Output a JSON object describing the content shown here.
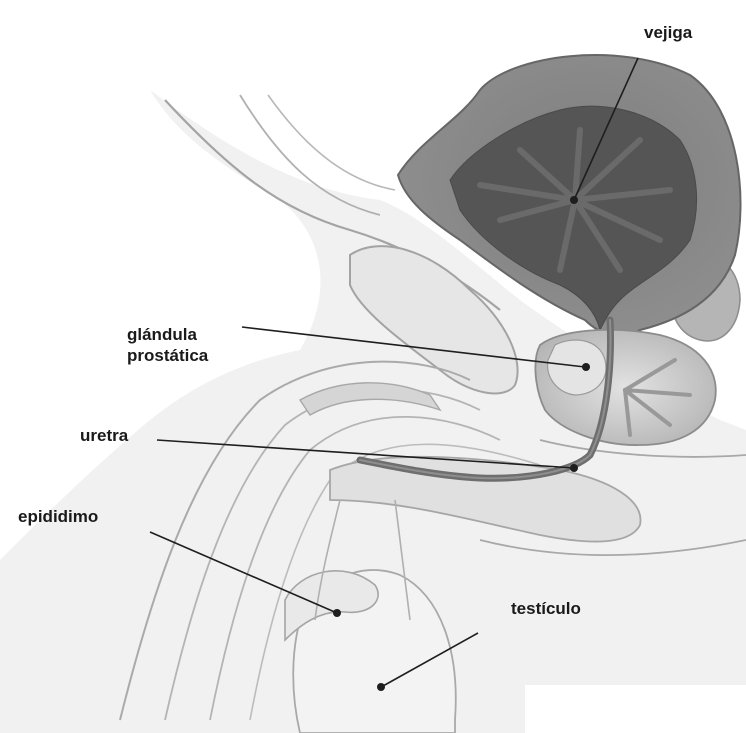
{
  "diagram": {
    "labels": {
      "vejiga": "vejiga",
      "glandula_line1": "glándula",
      "glandula_line2": "prostática",
      "uretra": "uretra",
      "epididimo": "epididimo",
      "testiculo": "testículo"
    },
    "colors": {
      "background": "#ffffff",
      "outline": "#9a9a9a",
      "tissue": "#ececec",
      "bladder_outer": "#8a8a8a",
      "bladder_inner": "#555555",
      "prostate": "#c9c9c9",
      "urethra": "#6e6e6e",
      "leader": "#1e1e1e"
    }
  }
}
